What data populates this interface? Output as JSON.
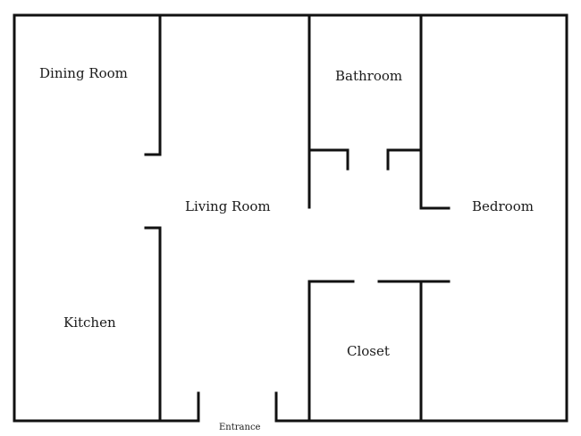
{
  "rooms": {
    "dining": "Dining Room",
    "bathroom": "Bathroom",
    "living": "Living Room",
    "bedroom": "Bedroom",
    "kitchen": "Kitchen",
    "closet": "Closet"
  },
  "entrance": "Entrance",
  "colors": {
    "wall": "#111111",
    "background": "#ffffff"
  }
}
